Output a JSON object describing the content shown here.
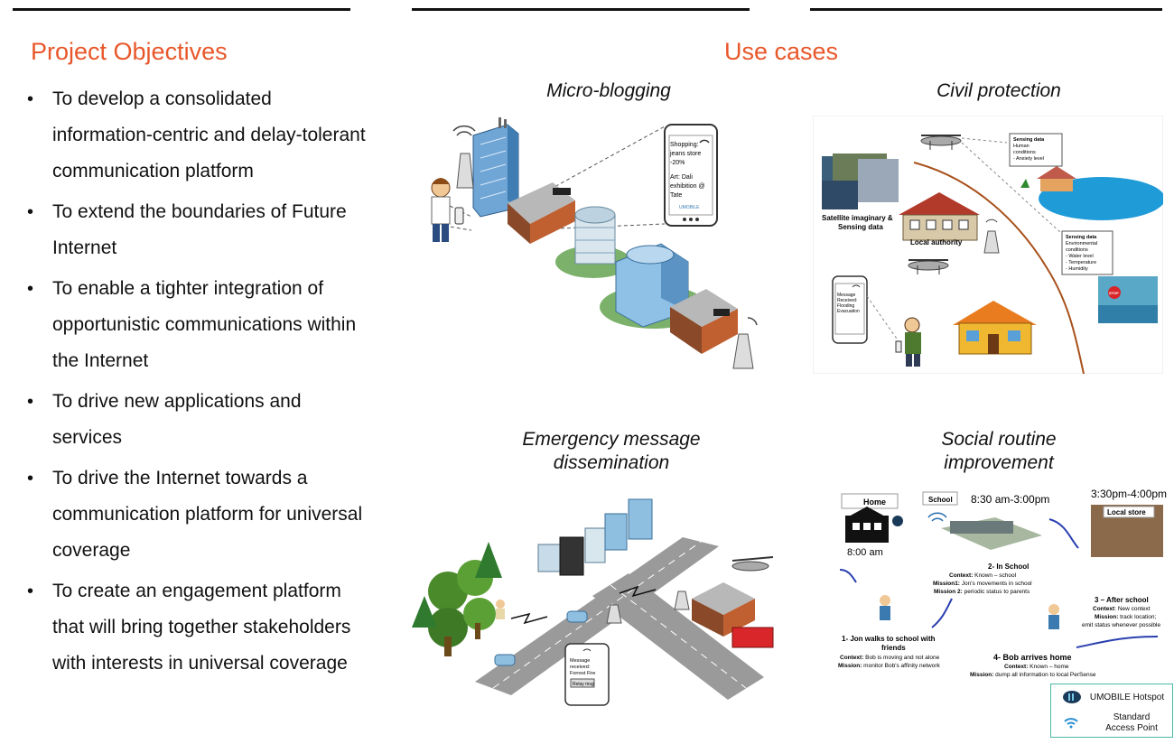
{
  "objectives": {
    "heading": "Project Objectives",
    "items": [
      {
        "line1": "To develop a consolidated",
        "line2": "information-centric and delay-tolerant",
        "line3": "communication platform"
      },
      {
        "line1": "To extend the boundaries of Future",
        "line2": "Internet",
        "line3": ""
      },
      {
        "line1": "To enable a tighter integration of",
        "line2": "opportunistic communications within",
        "line3": "the Internet"
      },
      {
        "line1": "To drive new applications and",
        "line2": "services",
        "line3": ""
      },
      {
        "line1": "To drive the Internet towards a",
        "line2": "communication platform for universal",
        "line3": "coverage"
      },
      {
        "line1": "To create an engagement platform",
        "line2": "that will bring together stakeholders",
        "line3": "with interests in universal coverage"
      }
    ]
  },
  "usecases": {
    "heading": "Use cases",
    "microblogging": {
      "title": "Micro-blogging",
      "phone_lines": [
        "Shopping:",
        "jeans store",
        "-20%",
        "",
        "Art: Dali",
        "exhibition @",
        "Tate"
      ],
      "phone_logo": "UMOBILE"
    },
    "civil": {
      "title": "Civil protection",
      "satellite_label_1": "Satellite imaginary &",
      "satellite_label_2": "Sensing data",
      "local_authority": "Local authority",
      "sensing1": [
        "Sensing data",
        "Human",
        "conditions",
        "- Anxiety level"
      ],
      "sensing2": [
        "Sensing data",
        "Environmental",
        "conditions",
        "- Water level",
        "- Temperature",
        "- Humidity"
      ],
      "phone_lines": [
        "Message",
        "Received:",
        "Flooding",
        "Evacuation"
      ],
      "stop_sign": "STOP"
    },
    "emergency": {
      "title_line1": "Emergency message",
      "title_line2": "dissemination",
      "phone_lines": [
        "Message",
        "received:",
        "Forrest Fire"
      ],
      "phone_button": "Relay msg"
    },
    "social": {
      "title_line1": "Social routine",
      "title_line2": "improvement",
      "home_label": "Home",
      "home_time": "8:00 am",
      "school_label": "School",
      "school_time": "8:30 am-3:00pm",
      "store_time": "3:30pm-4:00pm",
      "store_label": "Local store",
      "step2_title": "2- In School",
      "step2_ctx_k": "Context:",
      "step2_ctx_v": " Known – school",
      "step2_m1_k": "Mission1:",
      "step2_m1_v": " Jon's movements in school",
      "step2_m2_k": "Mission 2:",
      "step2_m2_v": " periodic status to parents",
      "step3_title": "3 – After school",
      "step3_ctx_k": "Context",
      "step3_ctx_v": ": New context",
      "step3_m_k": "Mission:",
      "step3_m_v": " track location;",
      "step3_m_v2": "emit status whenever possible",
      "step1_title_1": "1- Jon walks to school with",
      "step1_title_2": "friends",
      "step1_ctx_k": "Context:",
      "step1_ctx_v": " Bob is moving and not alone",
      "step1_m_k": "Mission:",
      "step1_m_v": " monitor Bob's affinity network",
      "step4_title": "4-  Bob arrives home",
      "step4_ctx_k": "Context:",
      "step4_ctx_v": " Known – home",
      "step4_m_k": "Mission:",
      "step4_m_v": " dump all information to local PerSense"
    },
    "legend": {
      "hotspot": "UMOBILE Hotspot",
      "ap_line1": "Standard",
      "ap_line2": "Access Point"
    }
  }
}
